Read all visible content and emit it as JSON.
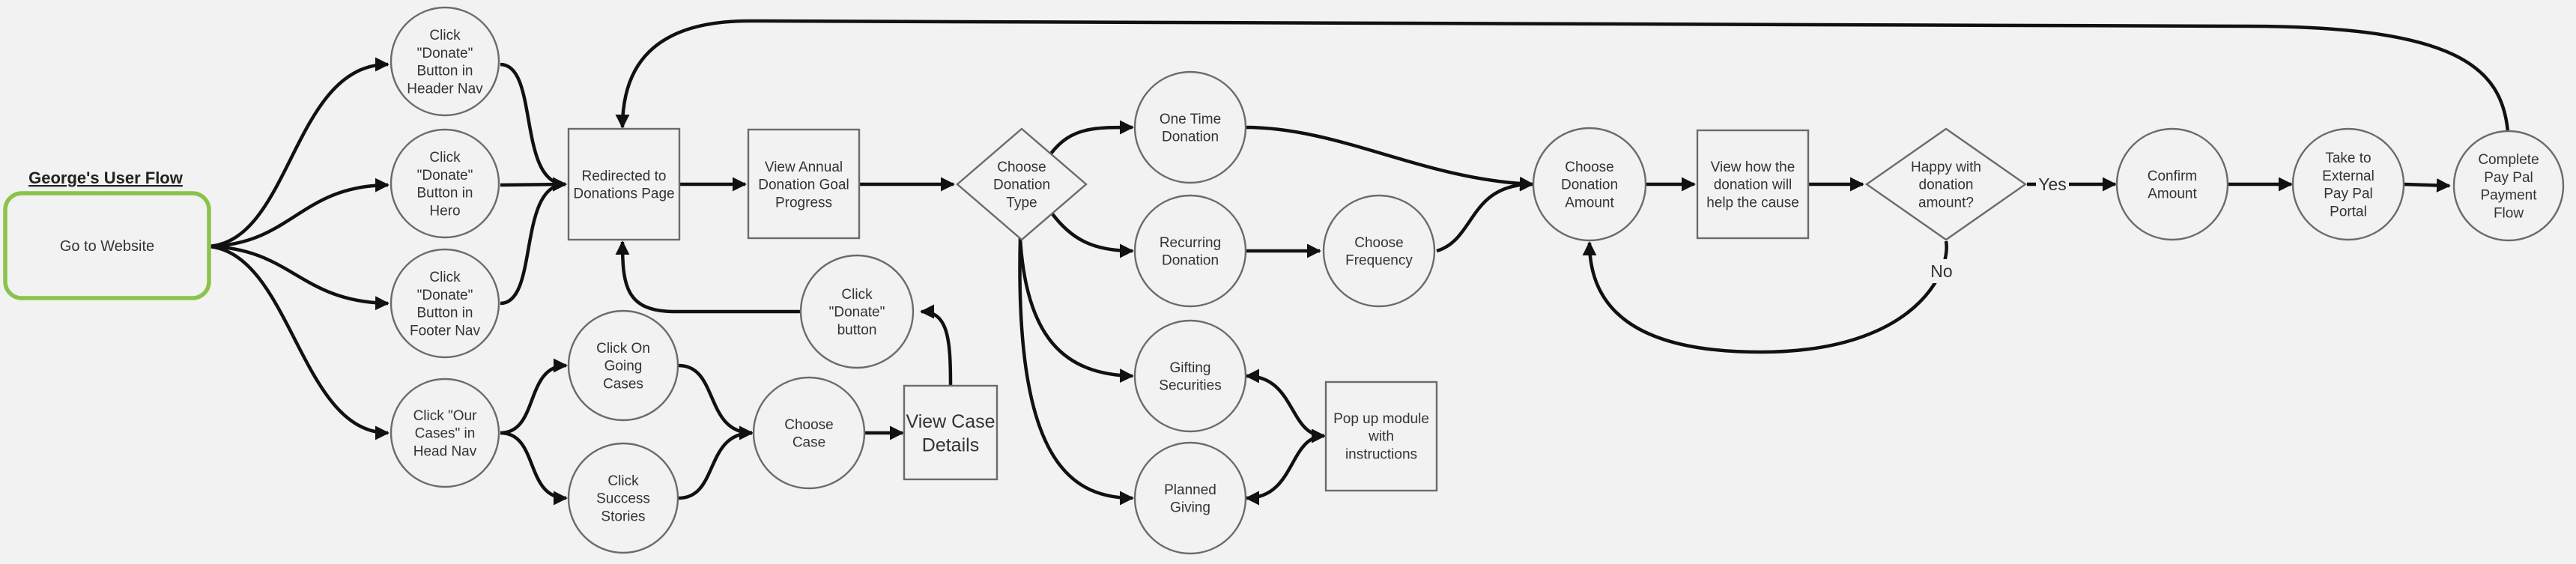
{
  "title": "George's User Flow",
  "colors": {
    "background": "#f2f2f2",
    "start_border": "#8bc34a",
    "shape_border": "#6b6b6b",
    "edge": "#111111",
    "text": "#333333"
  },
  "nodes": {
    "start": "Go to Website",
    "donate_header_nav": "Click \"Donate\" Button in Header Nav",
    "donate_hero": "Click \"Donate\" Button in Hero",
    "donate_footer_nav": "Click \"Donate\" Button in Footer Nav",
    "our_cases": "Click \"Our Cases\" in Head Nav",
    "on_going_cases": "Click On Going Cases",
    "success_stories": "Click Success Stories",
    "choose_case": "Choose Case",
    "view_case_details": "View Case Details",
    "donate_button": "Click \"Donate\" button",
    "donations_page": "Redirected to Donations Page",
    "annual_goal": "View Annual Donation Goal Progress",
    "donation_type": "Choose Donation Type",
    "one_time": "One Time Donation",
    "recurring": "Recurring Donation",
    "frequency": "Choose Frequency",
    "gifting_securities": "Gifting Securities",
    "planned_giving": "Planned Giving",
    "popup_module": "Pop up module with instructions",
    "donation_amount": "Choose Donation Amount",
    "help_cause": "View how the donation will help the cause",
    "happy_amount": "Happy with donation amount?",
    "confirm_amount": "Confirm Amount",
    "external_paypal": "Take to External Pay Pal Portal",
    "complete_paypal": "Complete Pay Pal Payment Flow"
  },
  "edge_labels": {
    "yes": "Yes",
    "no": "No"
  }
}
